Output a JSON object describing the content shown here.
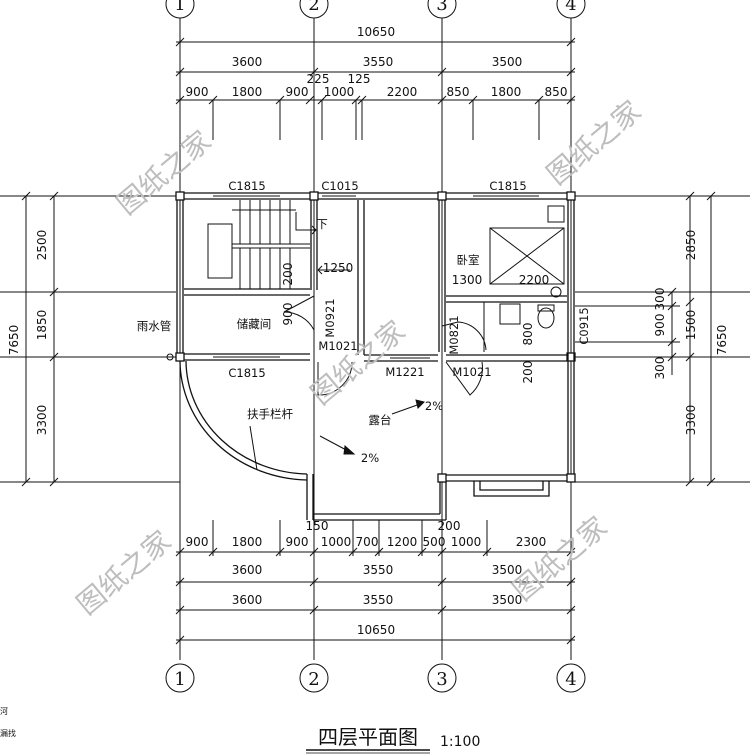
{
  "drawing": {
    "title": "四层平面图",
    "scale": "1:100",
    "left_notes": [
      "河",
      "漏找"
    ]
  },
  "axes": {
    "labels": [
      "1",
      "2",
      "3",
      "4"
    ]
  },
  "dimensions": {
    "top_total": "10650",
    "top_bays": [
      "3600",
      "3550",
      "3500"
    ],
    "top_detail": [
      "900",
      "1800",
      "900",
      "225",
      "1000",
      "125",
      "2200",
      "850",
      "1800",
      "850"
    ],
    "bottom_detail": [
      "900",
      "1800",
      "900",
      "1000",
      "700",
      "1200",
      "500",
      "1000",
      "2300"
    ],
    "bottom_bays_1": [
      "3600",
      "3550",
      "3500"
    ],
    "bottom_bays_2": [
      "3600",
      "3550",
      "3500"
    ],
    "bottom_total": "10650",
    "bottom_small": [
      "150",
      "200"
    ],
    "left_vertical": [
      "2500",
      "1850",
      "3300"
    ],
    "left_total": "7650",
    "right_vertical": [
      "2850",
      "300",
      "900",
      "300",
      "3300"
    ],
    "right_mid": "1500",
    "right_total": "7650",
    "interior": [
      "1250",
      "200",
      "900",
      "1300",
      "2200",
      "800",
      "200"
    ]
  },
  "openings": {
    "c1815_top_left": "C1815",
    "c1015": "C1015",
    "c1815_top_right": "C1815",
    "c1815_mid": "C1815",
    "m0921": "M0921",
    "m1021_left": "M1021",
    "m1221": "M1221",
    "m1021_right": "M1021",
    "m0821": "M0821",
    "c0915": "C0915"
  },
  "rooms": {
    "storage": "储藏间",
    "bedroom": "卧室",
    "terrace": "露台",
    "down": "下"
  },
  "annotations": {
    "downpipe": "雨水管",
    "handrail": "扶手栏杆",
    "slope_1": "2%",
    "slope_2": "2%"
  },
  "watermark": {
    "text": "图纸之家"
  }
}
